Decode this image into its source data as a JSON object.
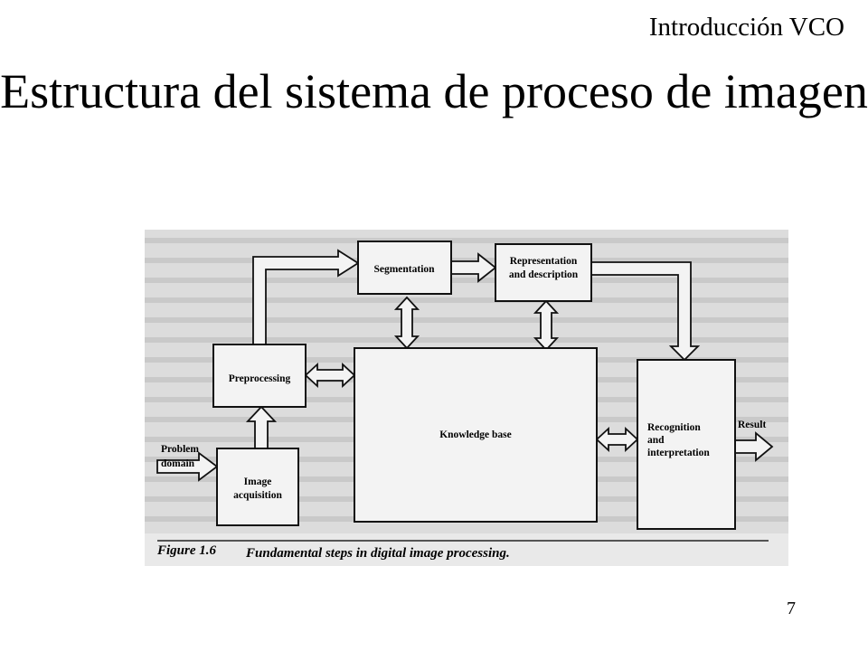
{
  "header": {
    "label": "Introducción VCO"
  },
  "slide": {
    "title": "Estructura del sistema de proceso de imagen"
  },
  "figure": {
    "blocks": {
      "segmentation": "Segmentation",
      "representation": [
        "Representation",
        "and description"
      ],
      "preprocessing": "Preprocessing",
      "knowledge_base": "Knowledge base",
      "recognition": [
        "Recognition",
        "and",
        "interpretation"
      ],
      "image_acquisition": [
        "Image",
        "acquisition"
      ]
    },
    "labels": {
      "problem_domain": [
        "Problem",
        "domain"
      ],
      "result": "Result"
    },
    "caption": {
      "number": "Figure 1.6",
      "text": "Fundamental steps in digital image processing."
    }
  },
  "footer": {
    "page_number": "7"
  },
  "colors": {
    "page_background": "#ffffff",
    "scan_background": "#dcdcdc",
    "box_fill": "#f3f3f3",
    "ink": "#111111"
  }
}
